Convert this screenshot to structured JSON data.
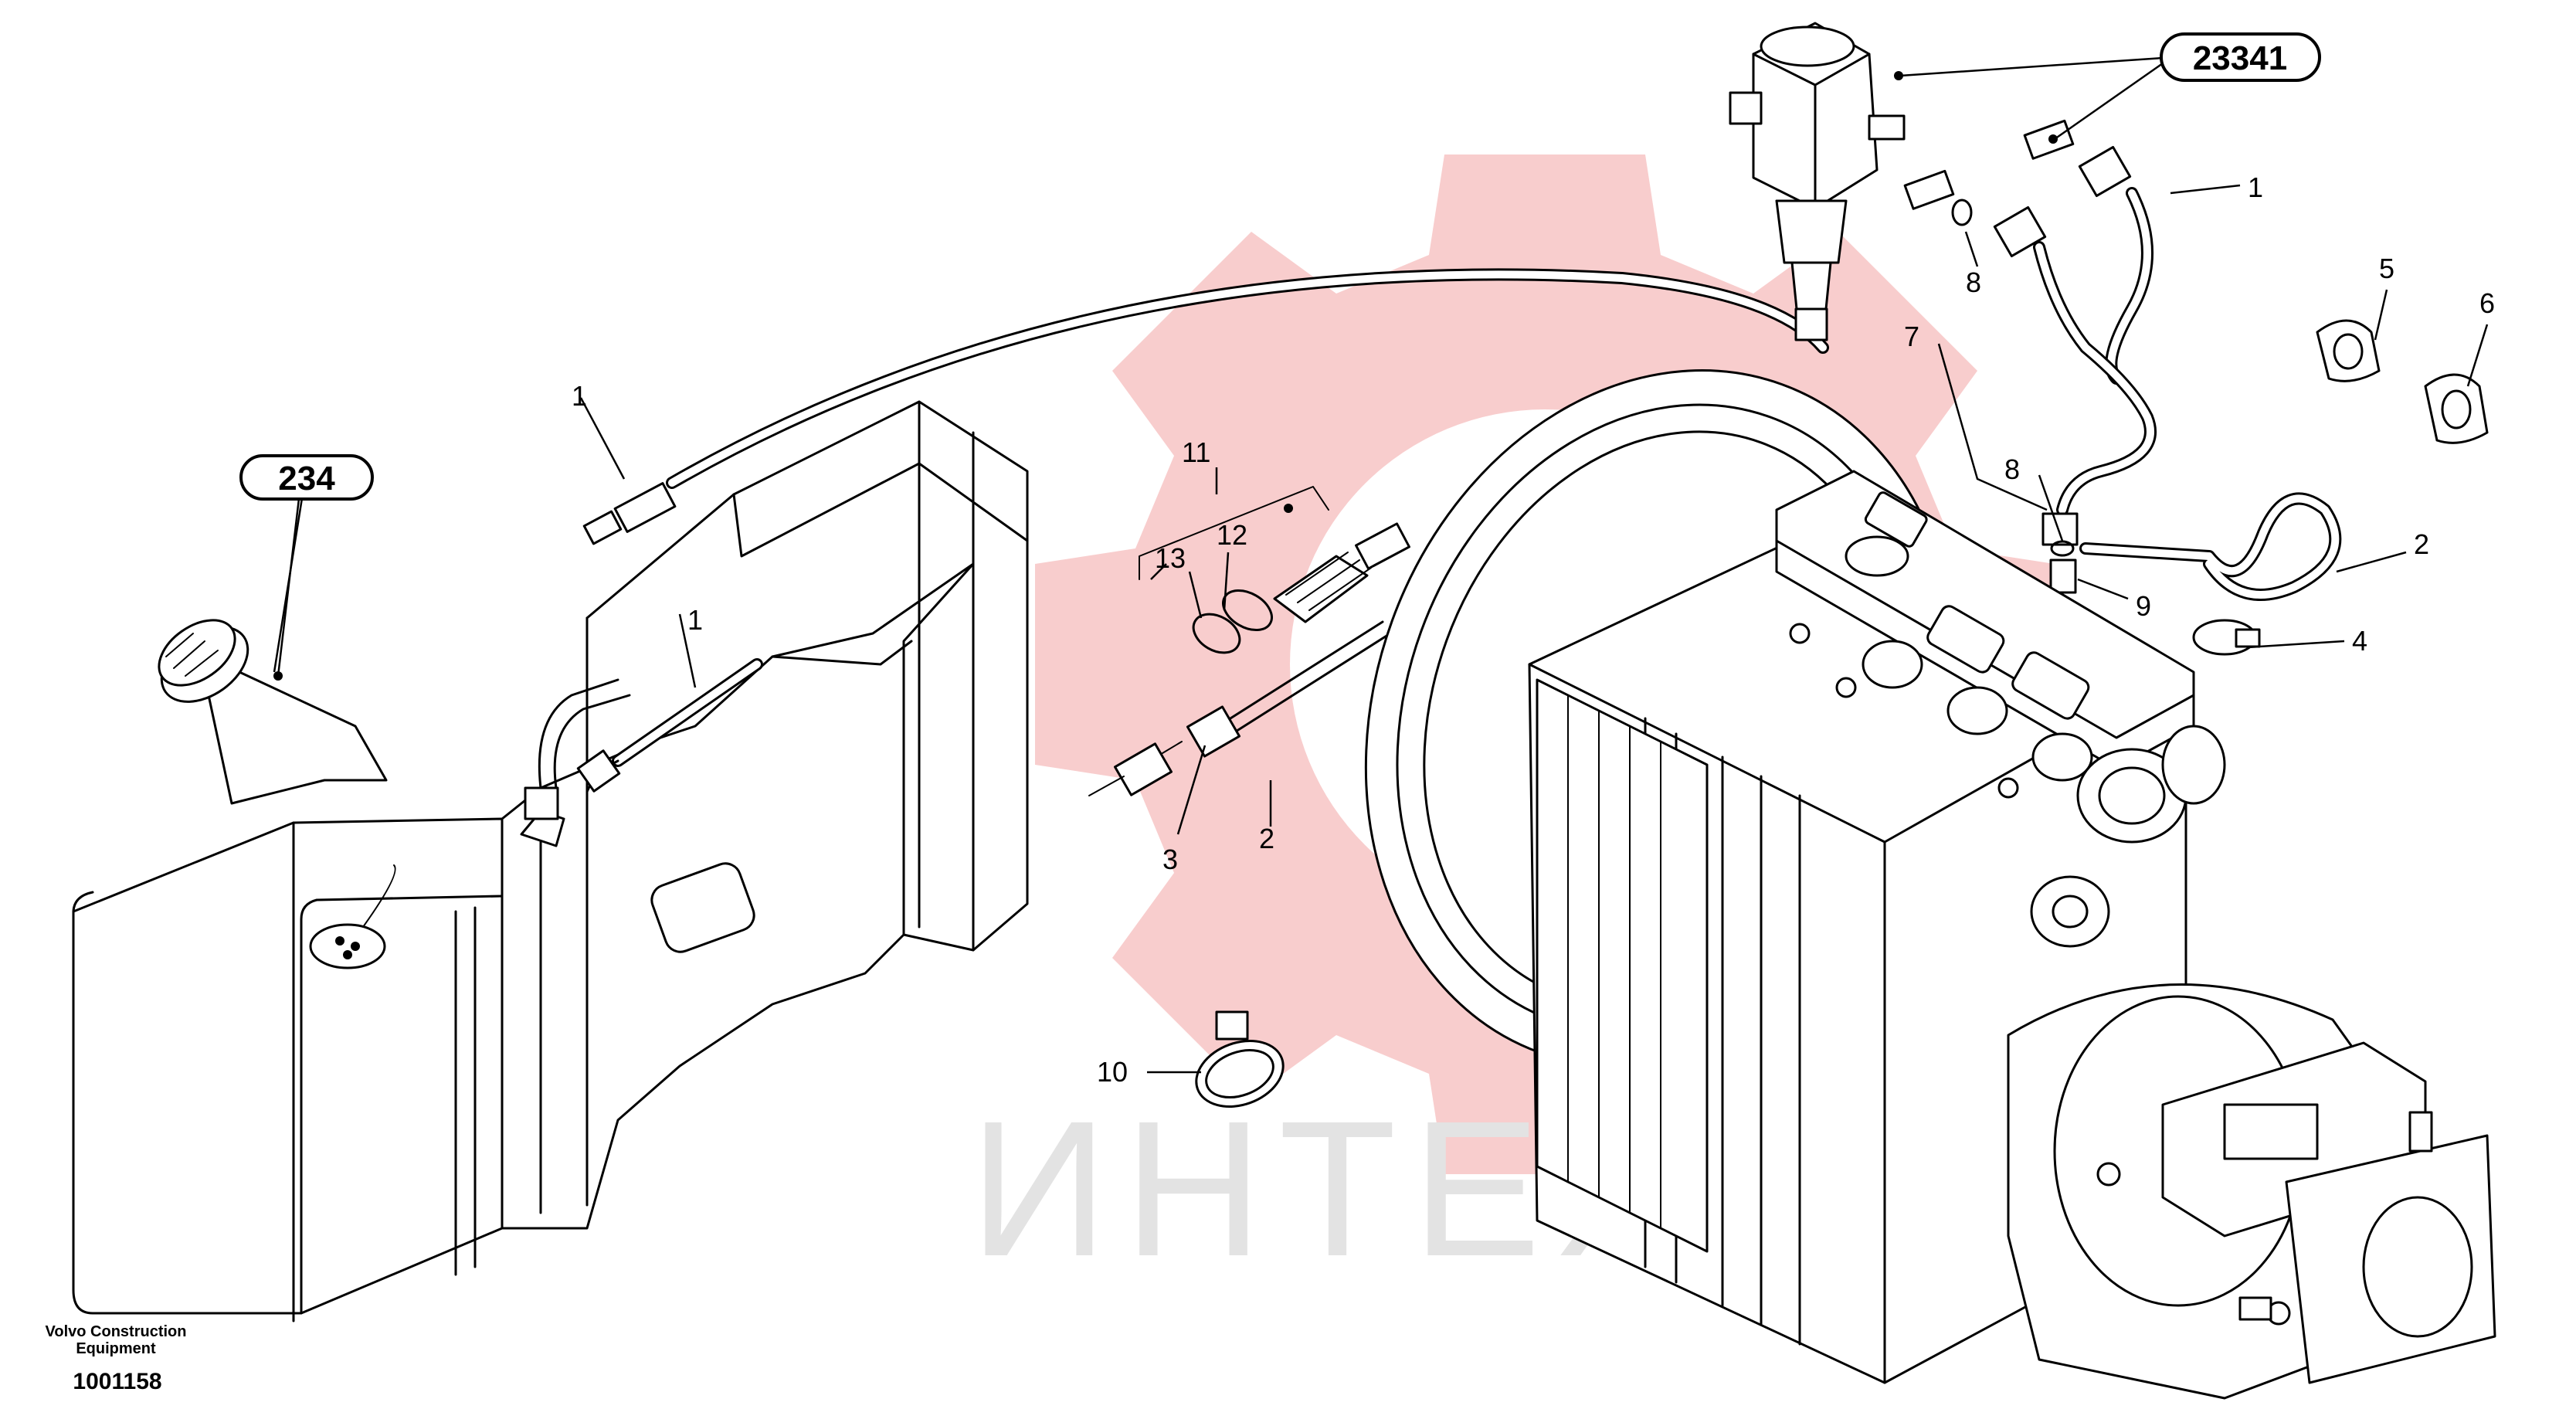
{
  "watermark": {
    "text": "ИНТЕХ",
    "gear_color": "#f7c4c4",
    "text_color": "#e3e3e3"
  },
  "reference_boxes": {
    "tank_group": "234",
    "filter_group": "23341"
  },
  "callouts": {
    "hose_1": "1",
    "hose_2": "2",
    "fitting_3": "3",
    "clamp_4": "4",
    "clamp_5": "5",
    "clamp_6": "6",
    "hose_7": "7",
    "o_ring_8": "8",
    "adapter_9": "9",
    "clamp_10": "10",
    "kit_11": "11",
    "ring_12": "12",
    "ring_13": "13"
  },
  "footer": {
    "maker_line1": "Volvo Construction",
    "maker_line2": "Equipment",
    "document_number": "1001158"
  }
}
